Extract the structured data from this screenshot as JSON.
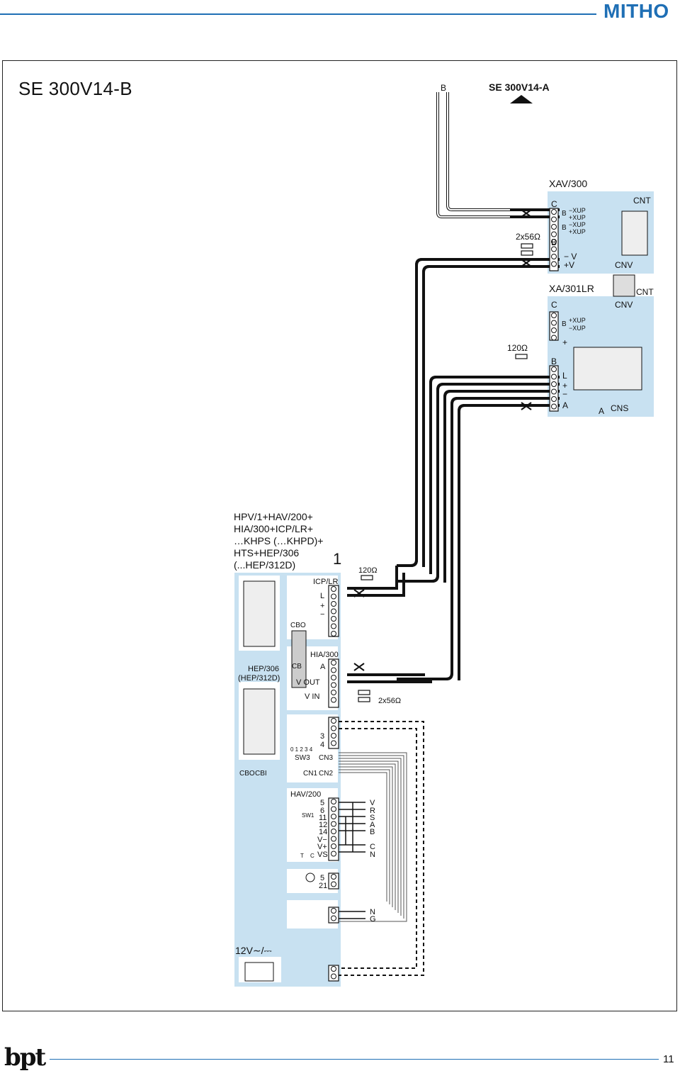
{
  "brand": "MITHO",
  "title": "SE 300V14-B",
  "top_bus_label": "B",
  "next_sheet": "SE 300V14-A",
  "xav": {
    "name": "XAV/300",
    "cnt": "CNT",
    "cnv": "CNV",
    "c": "C",
    "b1": "B",
    "b2": "B",
    "b3": "B",
    "xup1": "−XUP",
    "xup2": "+XUP",
    "xup3": "−XUP",
    "xup4": "+XUP",
    "vm": "− V",
    "vp": "+V",
    "res": "2x56Ω"
  },
  "xa": {
    "name": "XA/301LR",
    "cnt": "CNT",
    "cnv": "CNV",
    "c": "C",
    "b": "B",
    "xup1": "+XUP",
    "xup2": "−XUP",
    "plus": "+",
    "b2": "B",
    "l": "L",
    "p1": "+",
    "m1": "−",
    "a": "A",
    "a2": "A",
    "cns": "CNS",
    "res": "120Ω"
  },
  "station": {
    "heading": [
      "HPV/1+HAV/200+",
      "HIA/300+ICP/LR+",
      "…KHPS (…KHPD)+",
      "HTS+HEP/306",
      "(...HEP/312D)"
    ],
    "num": "1",
    "res1": "120Ω",
    "res2": "2x56Ω",
    "icp": "ICP/LR",
    "icp_l": "L",
    "icp_p": "+",
    "icp_m": "−",
    "cbo": "CBO",
    "hep": "HEP/306",
    "hep2": "(HEP/312D)",
    "cb": "CB",
    "hia": "HIA/300",
    "hia_a": "A",
    "vout": "V OUT",
    "vin": "V IN",
    "sw3": "SW3",
    "sw3_nums": "0 1 2 3 4",
    "n3": "3",
    "n4": "4",
    "cn3": "CN3",
    "cbo2": "CBO",
    "cbi": "CBI",
    "cn1": "CN1",
    "cn2": "CN2",
    "hav": "HAV/200",
    "sw1": "SW1",
    "t": "T",
    "c": "C",
    "hav_terms": [
      "5",
      "6",
      "11",
      "12",
      "14",
      "V−",
      "V+",
      "VS"
    ],
    "right_letters": [
      "V",
      "R",
      "S",
      "A",
      "B",
      "",
      "C",
      "N"
    ],
    "lamp_terms": [
      "5",
      "21"
    ],
    "btn_letters": [
      "N",
      "G"
    ],
    "supply": "12V∼/⎓"
  },
  "footer": {
    "logo": "bpt",
    "page": "11"
  }
}
